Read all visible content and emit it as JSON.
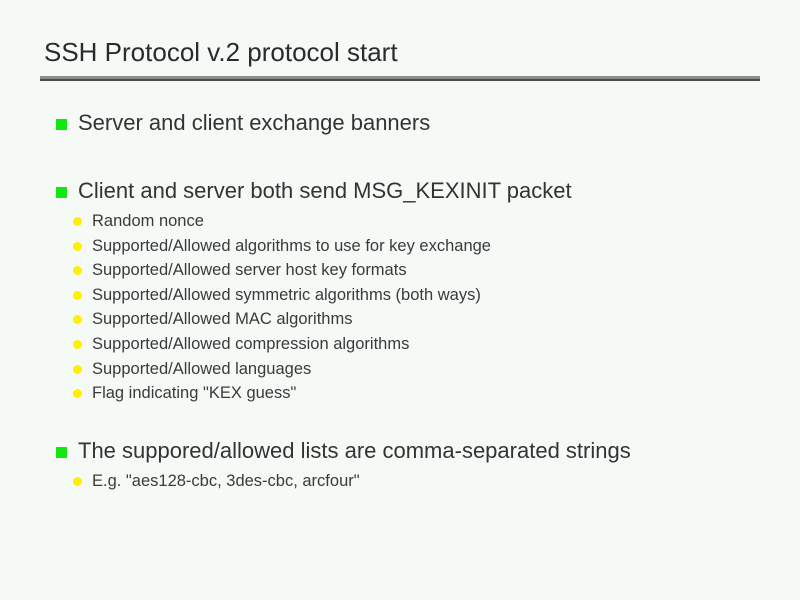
{
  "slide": {
    "title": "SSH Protocol v.2 protocol start",
    "background_color": "#f6faf7",
    "text_color": "#333333",
    "rule_color": "#8a8f8a",
    "bullet_level1_color": "#12e712",
    "bullet_level2_color": "#ffef00",
    "bullets": [
      {
        "level": 1,
        "text": "Server and client exchange banners",
        "marker": "green-square-bullet-icon"
      },
      {
        "level": 1,
        "text": "Client and server both send MSG_KEXINIT packet",
        "marker": "green-square-bullet-icon",
        "children": [
          {
            "level": 2,
            "text": "Random nonce",
            "marker": "yellow-dot-bullet-icon"
          },
          {
            "level": 2,
            "text": "Supported/Allowed algorithms to use for key exchange",
            "marker": "yellow-dot-bullet-icon"
          },
          {
            "level": 2,
            "text": "Supported/Allowed server host key formats",
            "marker": "yellow-dot-bullet-icon"
          },
          {
            "level": 2,
            "text": "Supported/Allowed symmetric algorithms (both ways)",
            "marker": "yellow-dot-bullet-icon"
          },
          {
            "level": 2,
            "text": "Supported/Allowed MAC algorithms",
            "marker": "yellow-dot-bullet-icon"
          },
          {
            "level": 2,
            "text": "Supported/Allowed compression algorithms",
            "marker": "yellow-dot-bullet-icon"
          },
          {
            "level": 2,
            "text": "Supported/Allowed languages",
            "marker": "yellow-dot-bullet-icon"
          },
          {
            "level": 2,
            "text": "Flag indicating \"KEX guess\"",
            "marker": "yellow-dot-bullet-icon"
          }
        ]
      },
      {
        "level": 1,
        "text": "The suppored/allowed lists are comma-separated strings",
        "marker": "green-square-bullet-icon",
        "children": [
          {
            "level": 2,
            "text": "E.g. \"aes128-cbc, 3des-cbc, arcfour\"",
            "marker": "yellow-dot-bullet-icon"
          }
        ]
      }
    ]
  }
}
